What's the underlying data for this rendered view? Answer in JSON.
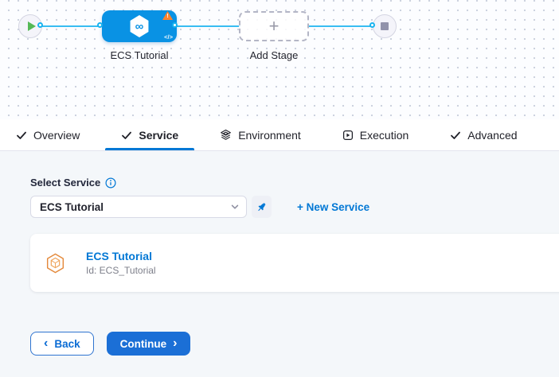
{
  "pipeline": {
    "stage_name": "ECS Tutorial",
    "add_stage_label": "Add Stage"
  },
  "icons": {
    "plus": "+",
    "infinity": "∞",
    "code": "</>",
    "warning_mark": "!",
    "back_chevron": "‹",
    "continue_chevron": "›"
  },
  "tabs": [
    {
      "label": "Overview",
      "icon": "check-icon"
    },
    {
      "label": "Service",
      "icon": "check-icon"
    },
    {
      "label": "Environment",
      "icon": "layers-icon"
    },
    {
      "label": "Execution",
      "icon": "play-box-icon"
    },
    {
      "label": "Advanced",
      "icon": "check-icon"
    }
  ],
  "service_form": {
    "label": "Select Service",
    "selected_service": "ECS Tutorial",
    "new_service_label": "+ New Service"
  },
  "service_card": {
    "title": "ECS Tutorial",
    "id_text": "Id: ECS_Tutorial"
  },
  "footer": {
    "back_label": "Back",
    "continue_label": "Continue"
  },
  "colors": {
    "primary_blue": "#0278d5",
    "stage_node_blue": "#0992e4",
    "connector_blue": "#38bdf2",
    "warning_orange": "#ff832b",
    "start_green": "#55b956",
    "end_gray": "#9293ab"
  }
}
